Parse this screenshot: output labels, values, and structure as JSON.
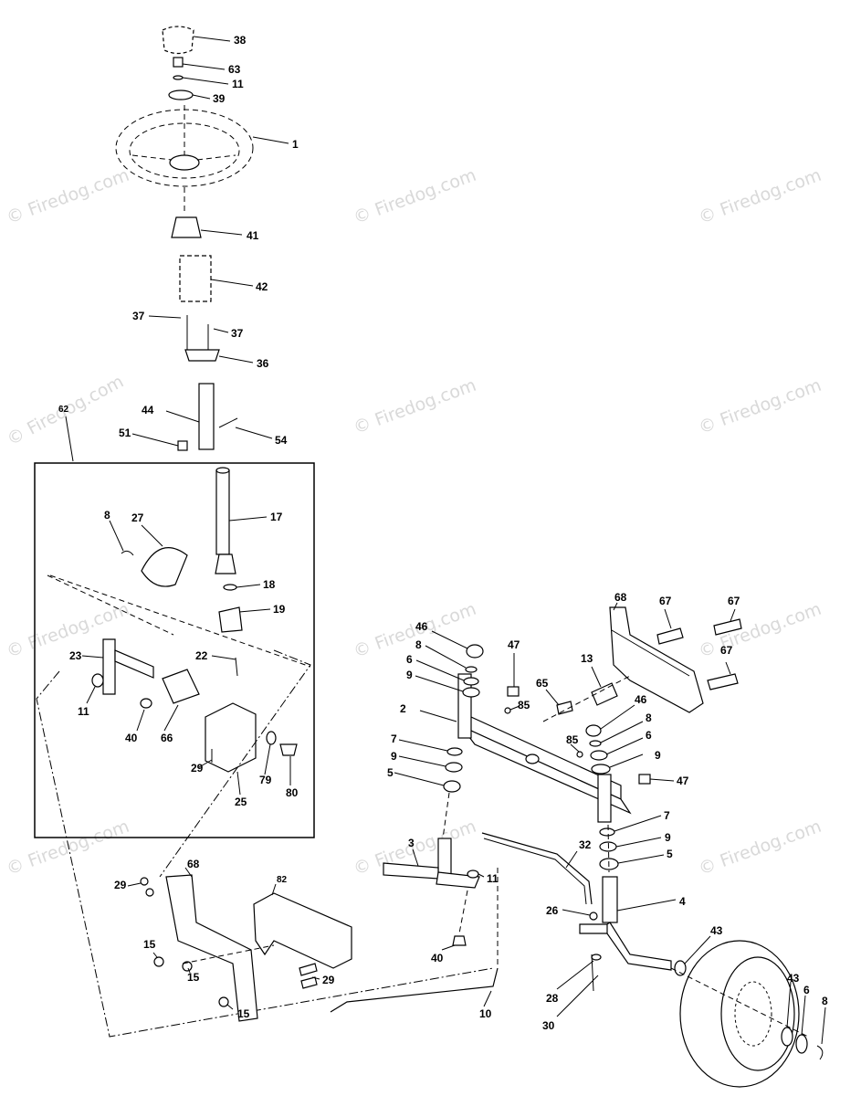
{
  "watermark": "© Firedog.com",
  "callouts": {
    "c38": "38",
    "c63": "63",
    "c11a": "11",
    "c39": "39",
    "c1": "1",
    "c41": "41",
    "c42": "42",
    "c37a": "37",
    "c37b": "37",
    "c36": "36",
    "c44": "44",
    "c51": "51",
    "c54": "54",
    "c62": "62",
    "c8a": "8",
    "c27": "27",
    "c17": "17",
    "c18": "18",
    "c19": "19",
    "c23": "23",
    "c22": "22",
    "c11b": "11",
    "c40a": "40",
    "c66": "66",
    "c29a": "29",
    "c79": "79",
    "c80": "80",
    "c25": "25",
    "c46a": "46",
    "c8b": "8",
    "c6a": "6",
    "c9a": "9",
    "c47a": "47",
    "c85a": "85",
    "c2": "2",
    "c65": "65",
    "c13": "13",
    "c68a": "68",
    "c67a": "67",
    "c67b": "67",
    "c67c": "67",
    "c46b": "46",
    "c8c": "8",
    "c85b": "85",
    "c6b": "6",
    "c9b": "9",
    "c7a": "7",
    "c9c": "9",
    "c5a": "5",
    "c47b": "47",
    "c7b": "7",
    "c9d": "9",
    "c5b": "5",
    "c3": "3",
    "c32": "32",
    "c11c": "11",
    "c68b": "68",
    "c82": "82",
    "c29b": "29",
    "c15a": "15",
    "c15b": "15",
    "c15c": "15",
    "c29c": "29",
    "c40b": "40",
    "c26": "26",
    "c4": "4",
    "c43a": "43",
    "c28": "28",
    "c10": "10",
    "c30": "30",
    "c43b": "43",
    "c6c": "6",
    "c8d": "8"
  }
}
